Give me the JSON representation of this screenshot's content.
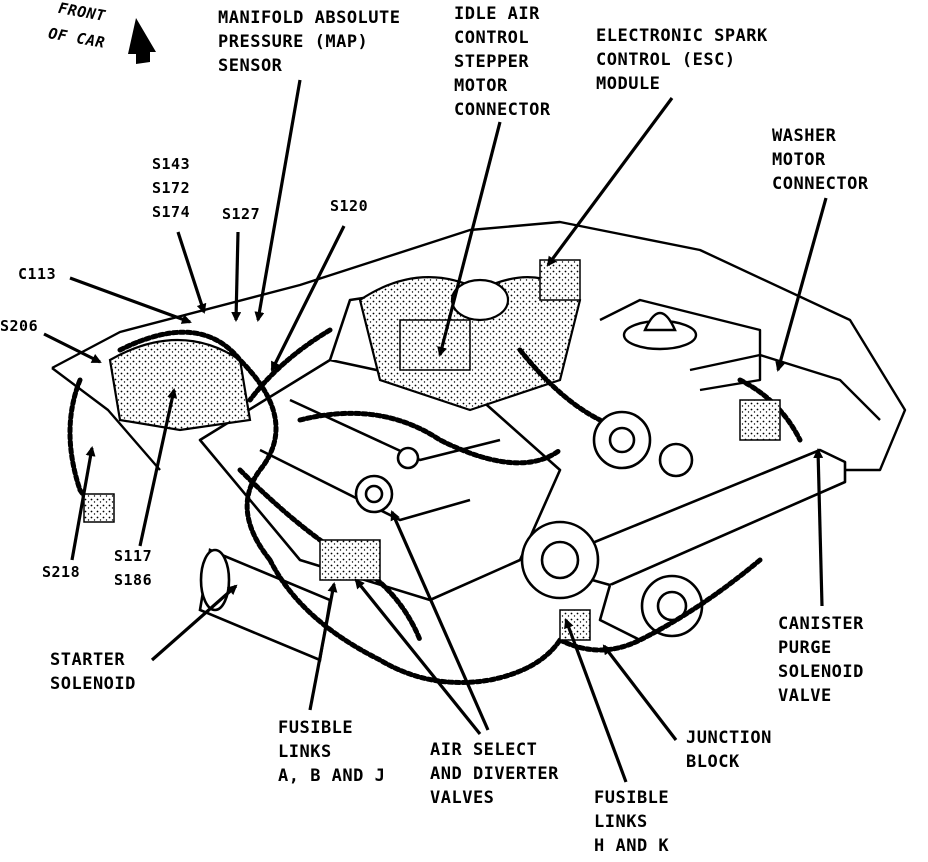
{
  "colors": {
    "ink": "#000000",
    "paper": "#ffffff"
  },
  "labels": {
    "front_of_car_1": "FRONT",
    "front_of_car_2": "OF CAR",
    "map_1": "MANIFOLD ABSOLUTE",
    "map_2": "PRESSURE (MAP)",
    "map_3": "SENSOR",
    "iac_1": "IDLE AIR",
    "iac_2": "CONTROL",
    "iac_3": "STEPPER",
    "iac_4": "MOTOR",
    "iac_5": "CONNECTOR",
    "esc_1": "ELECTRONIC SPARK",
    "esc_2": "CONTROL (ESC)",
    "esc_3": "MODULE",
    "washer_1": "WASHER",
    "washer_2": "MOTOR",
    "washer_3": "CONNECTOR",
    "s143": "S143",
    "s172": "S172",
    "s174": "S174",
    "s127": "S127",
    "s120": "S120",
    "c113": "C113",
    "s206": "S206",
    "s218": "S218",
    "s117": "S117",
    "s186": "S186",
    "starter_1": "STARTER",
    "starter_2": "SOLENOID",
    "fusible_abj_1": "FUSIBLE",
    "fusible_abj_2": "LINKS",
    "fusible_abj_3": "A, B AND J",
    "air_select_1": "AIR SELECT",
    "air_select_2": "AND DIVERTER",
    "air_select_3": "VALVES",
    "fusible_hk_1": "FUSIBLE",
    "fusible_hk_2": "LINKS",
    "fusible_hk_3": "H AND K",
    "junction_1": "JUNCTION",
    "junction_2": "BLOCK",
    "canister_1": "CANISTER",
    "canister_2": "PURGE",
    "canister_3": "SOLENOID",
    "canister_4": "VALVE"
  }
}
